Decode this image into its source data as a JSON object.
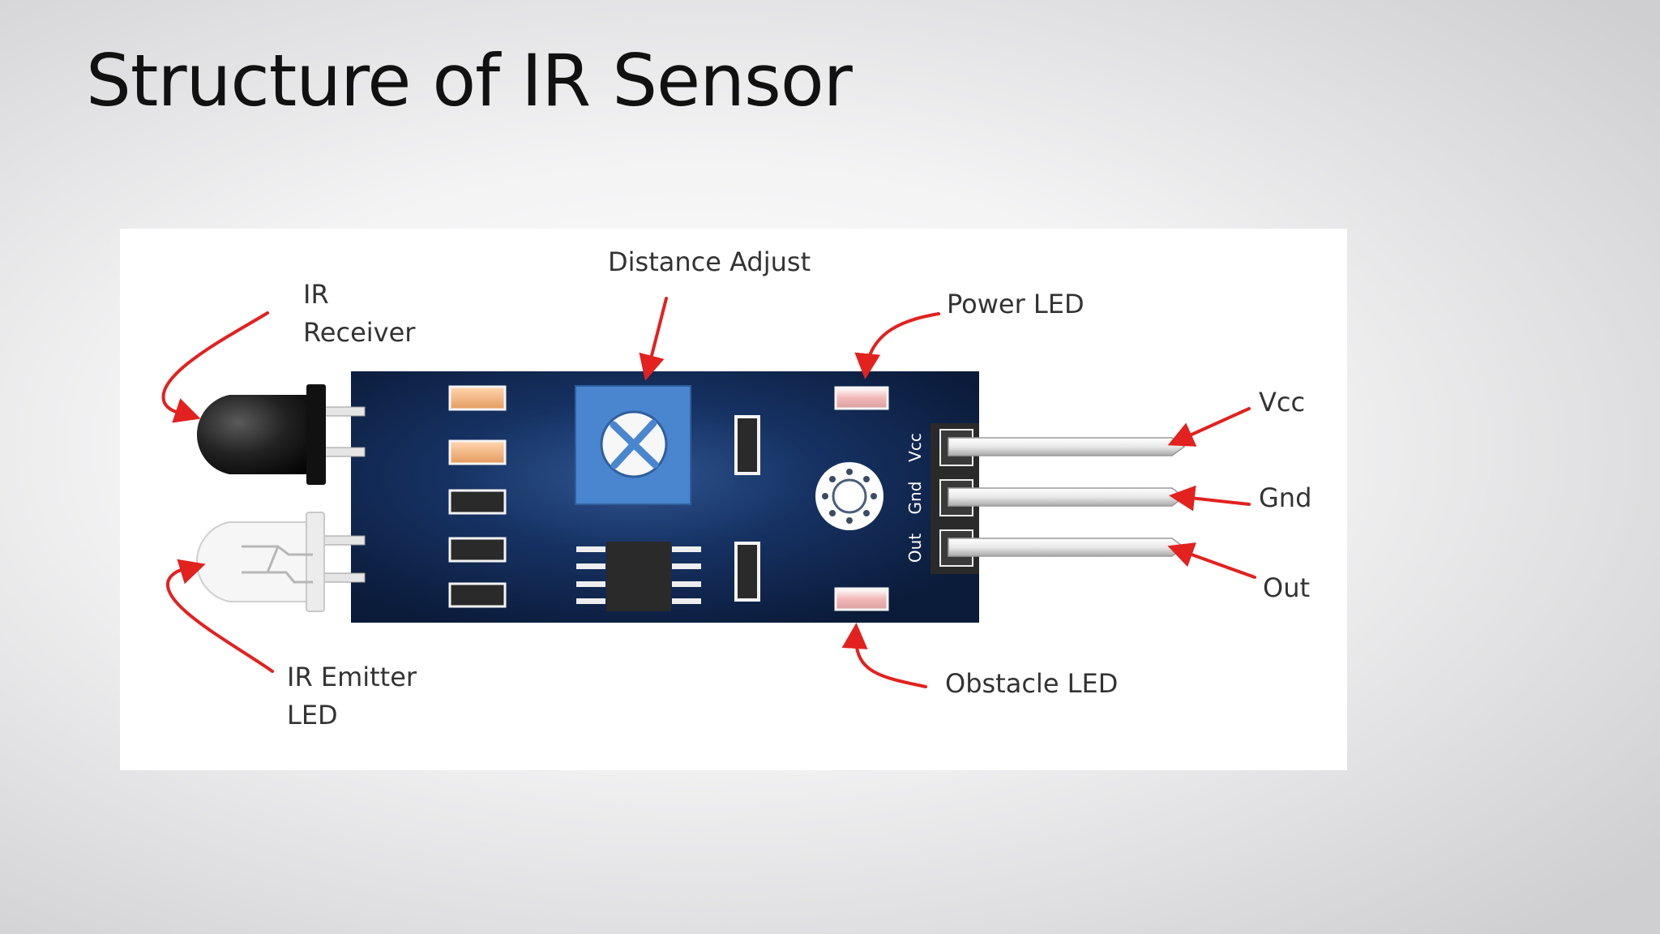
{
  "slide": {
    "title": "Structure of IR Sensor"
  },
  "diagram": {
    "labels": {
      "ir_receiver": [
        "IR",
        "Receiver"
      ],
      "distance_adjust": "Distance Adjust",
      "power_led": "Power LED",
      "vcc": "Vcc",
      "gnd": "Gnd",
      "out": "Out",
      "obstacle_led": "Obstacle LED",
      "ir_emitter": [
        "IR Emitter",
        "LED"
      ]
    },
    "pcb_pins": [
      "Vcc",
      "Gnd",
      "Out"
    ],
    "colors": {
      "board": "#0e2246",
      "board_glow": "#2f5590",
      "potentiometer": "#4a86cf",
      "arrow": "#e3211f",
      "pin_header": "#2a2a2a"
    }
  }
}
